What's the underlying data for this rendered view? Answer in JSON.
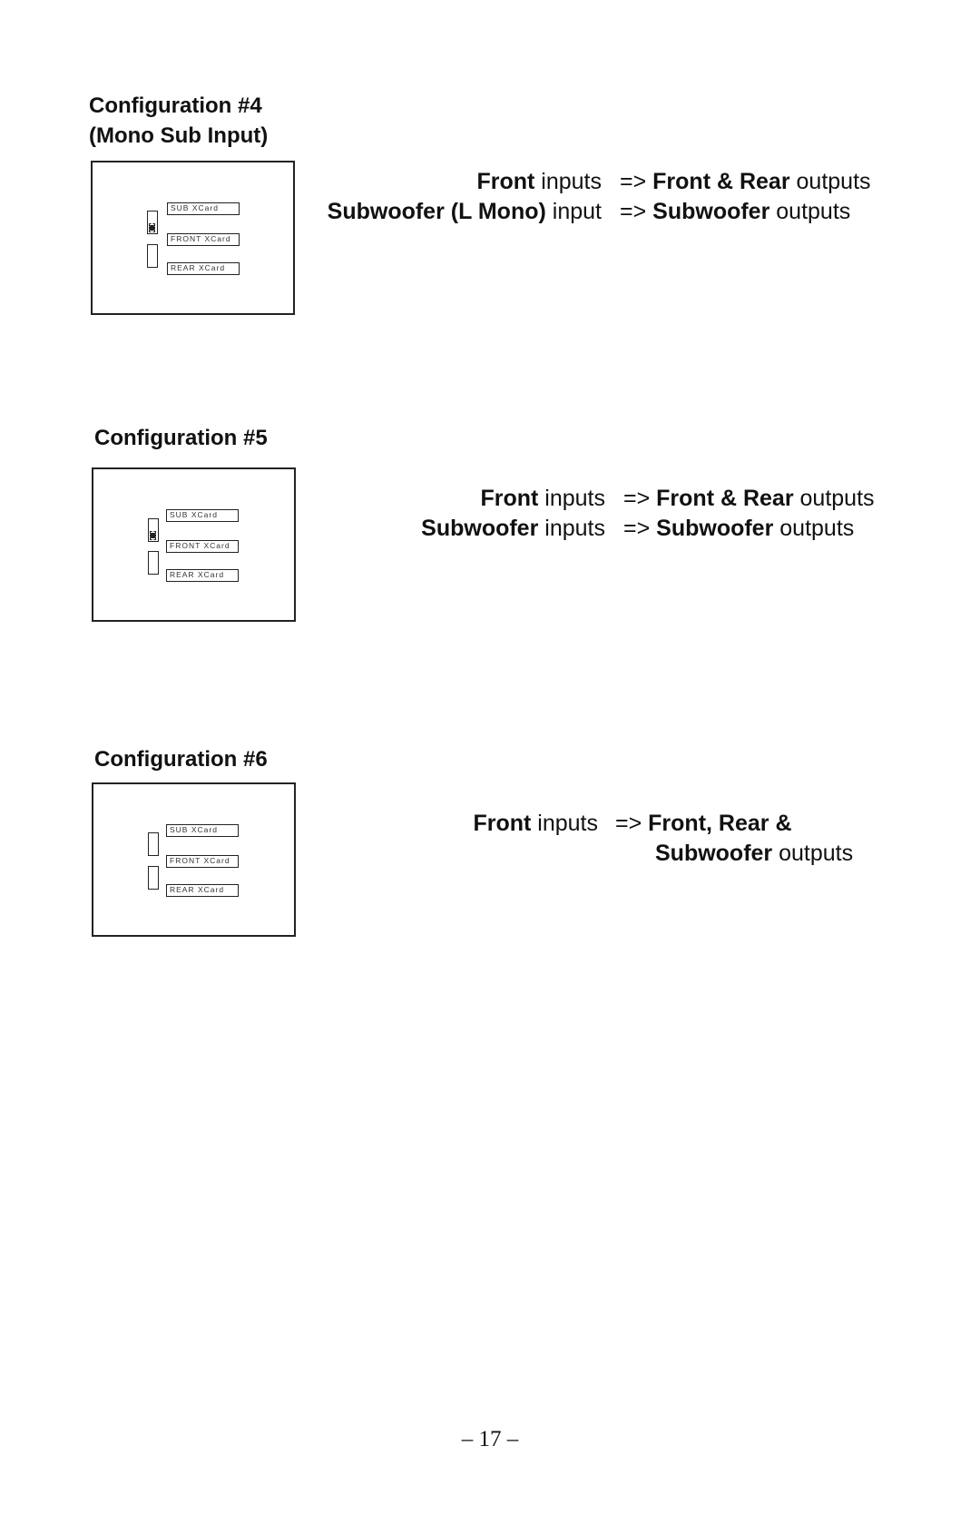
{
  "config4": {
    "title": "Configuration #4",
    "subtitle": "(Mono Sub Input)",
    "labels": [
      "SUB XCard",
      "FRONT XCard",
      "REAR XCard"
    ],
    "line1": {
      "src_bold": "Front",
      "src_rest": " inputs",
      "arrow": "=>",
      "dst_bold": "Front & Rear",
      "dst_rest": " outputs"
    },
    "line2": {
      "src_bold": "Subwoofer (L Mono)",
      "src_rest": " input",
      "arrow": "=>",
      "dst_bold": "Subwoofer",
      "dst_rest": " outputs"
    }
  },
  "config5": {
    "title": "Configuration #5",
    "labels": [
      "SUB XCard",
      "FRONT XCard",
      "REAR XCard"
    ],
    "line1": {
      "src_bold": "Front",
      "src_rest": " inputs",
      "arrow": "=>",
      "dst_bold": "Front & Rear",
      "dst_rest": " outputs"
    },
    "line2": {
      "src_bold": "Subwoofer",
      "src_rest": " inputs",
      "arrow": "=>",
      "dst_bold": "Subwoofer",
      "dst_rest": " outputs"
    }
  },
  "config6": {
    "title": "Configuration #6",
    "labels": [
      "SUB XCard",
      "FRONT XCard",
      "REAR XCard"
    ],
    "line1": {
      "src_bold": "Front",
      "src_rest": " inputs",
      "arrow": "=>",
      "dst_bold": "Front, Rear &"
    },
    "line2": {
      "dst_bold": "Subwoofer",
      "dst_rest": " outputs"
    }
  },
  "footer": "– 17 –"
}
